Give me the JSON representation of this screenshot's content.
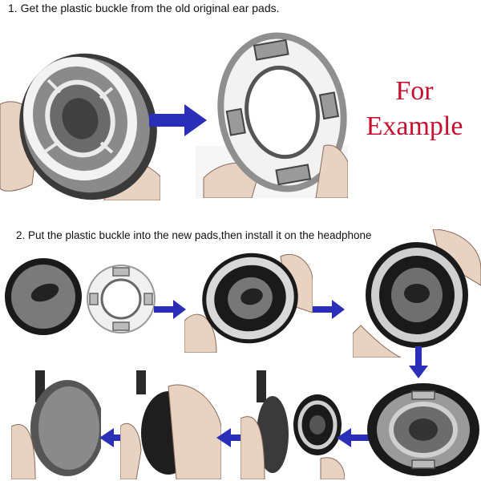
{
  "step1": {
    "title": "1. Get the plastic buckle from the old original ear pads."
  },
  "example_label": {
    "line1": "For",
    "line2": "Example"
  },
  "step2": {
    "title": "2. Put the plastic buckle into the new pads,then install it on the headphone"
  },
  "colors": {
    "arrow": "#2b2fb8",
    "example_text": "#c8102e",
    "pad_fabric": "#7a7a7a",
    "pad_leather": "#1a1a1a",
    "buckle": "#f2f2f2",
    "skin": "#e8d2c2"
  },
  "icons": [
    "arrow-right-icon",
    "arrow-down-icon",
    "arrow-left-icon"
  ]
}
